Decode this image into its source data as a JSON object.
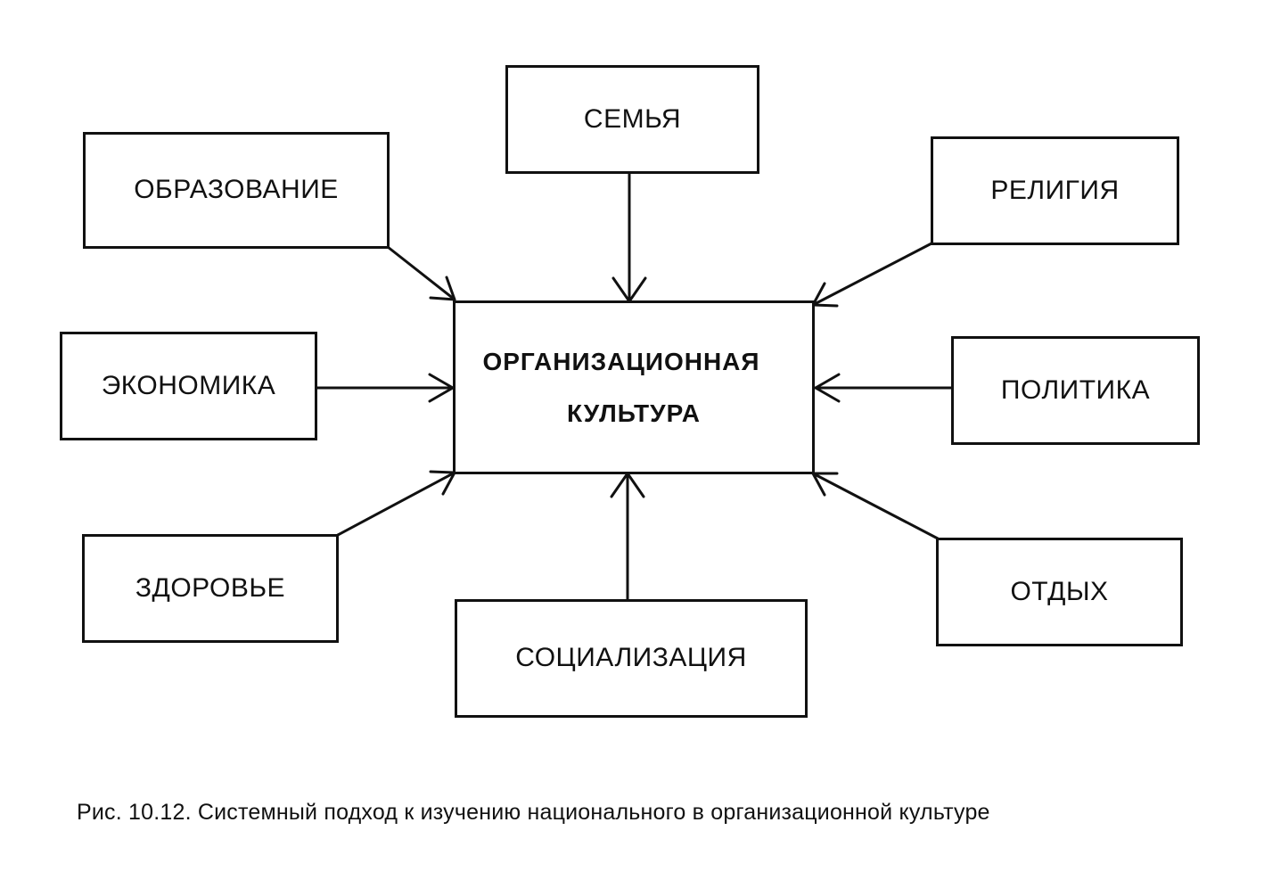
{
  "diagram": {
    "center": {
      "line1": "ОРГАНИЗАЦИОННАЯ",
      "line2": "КУЛЬТУРА"
    },
    "nodes": {
      "family": "СЕМЬЯ",
      "education": "ОБРАЗОВАНИЕ",
      "religion": "РЕЛИГИЯ",
      "economics": "ЭКОНОМИКА",
      "politics": "ПОЛИТИКА",
      "health": "ЗДОРОВЬЕ",
      "socialization": "СОЦИАЛИЗАЦИЯ",
      "leisure": "ОТДЫХ"
    },
    "caption": "Рис. 10.12. Системный подход к изучению национального в организационной культуре"
  }
}
